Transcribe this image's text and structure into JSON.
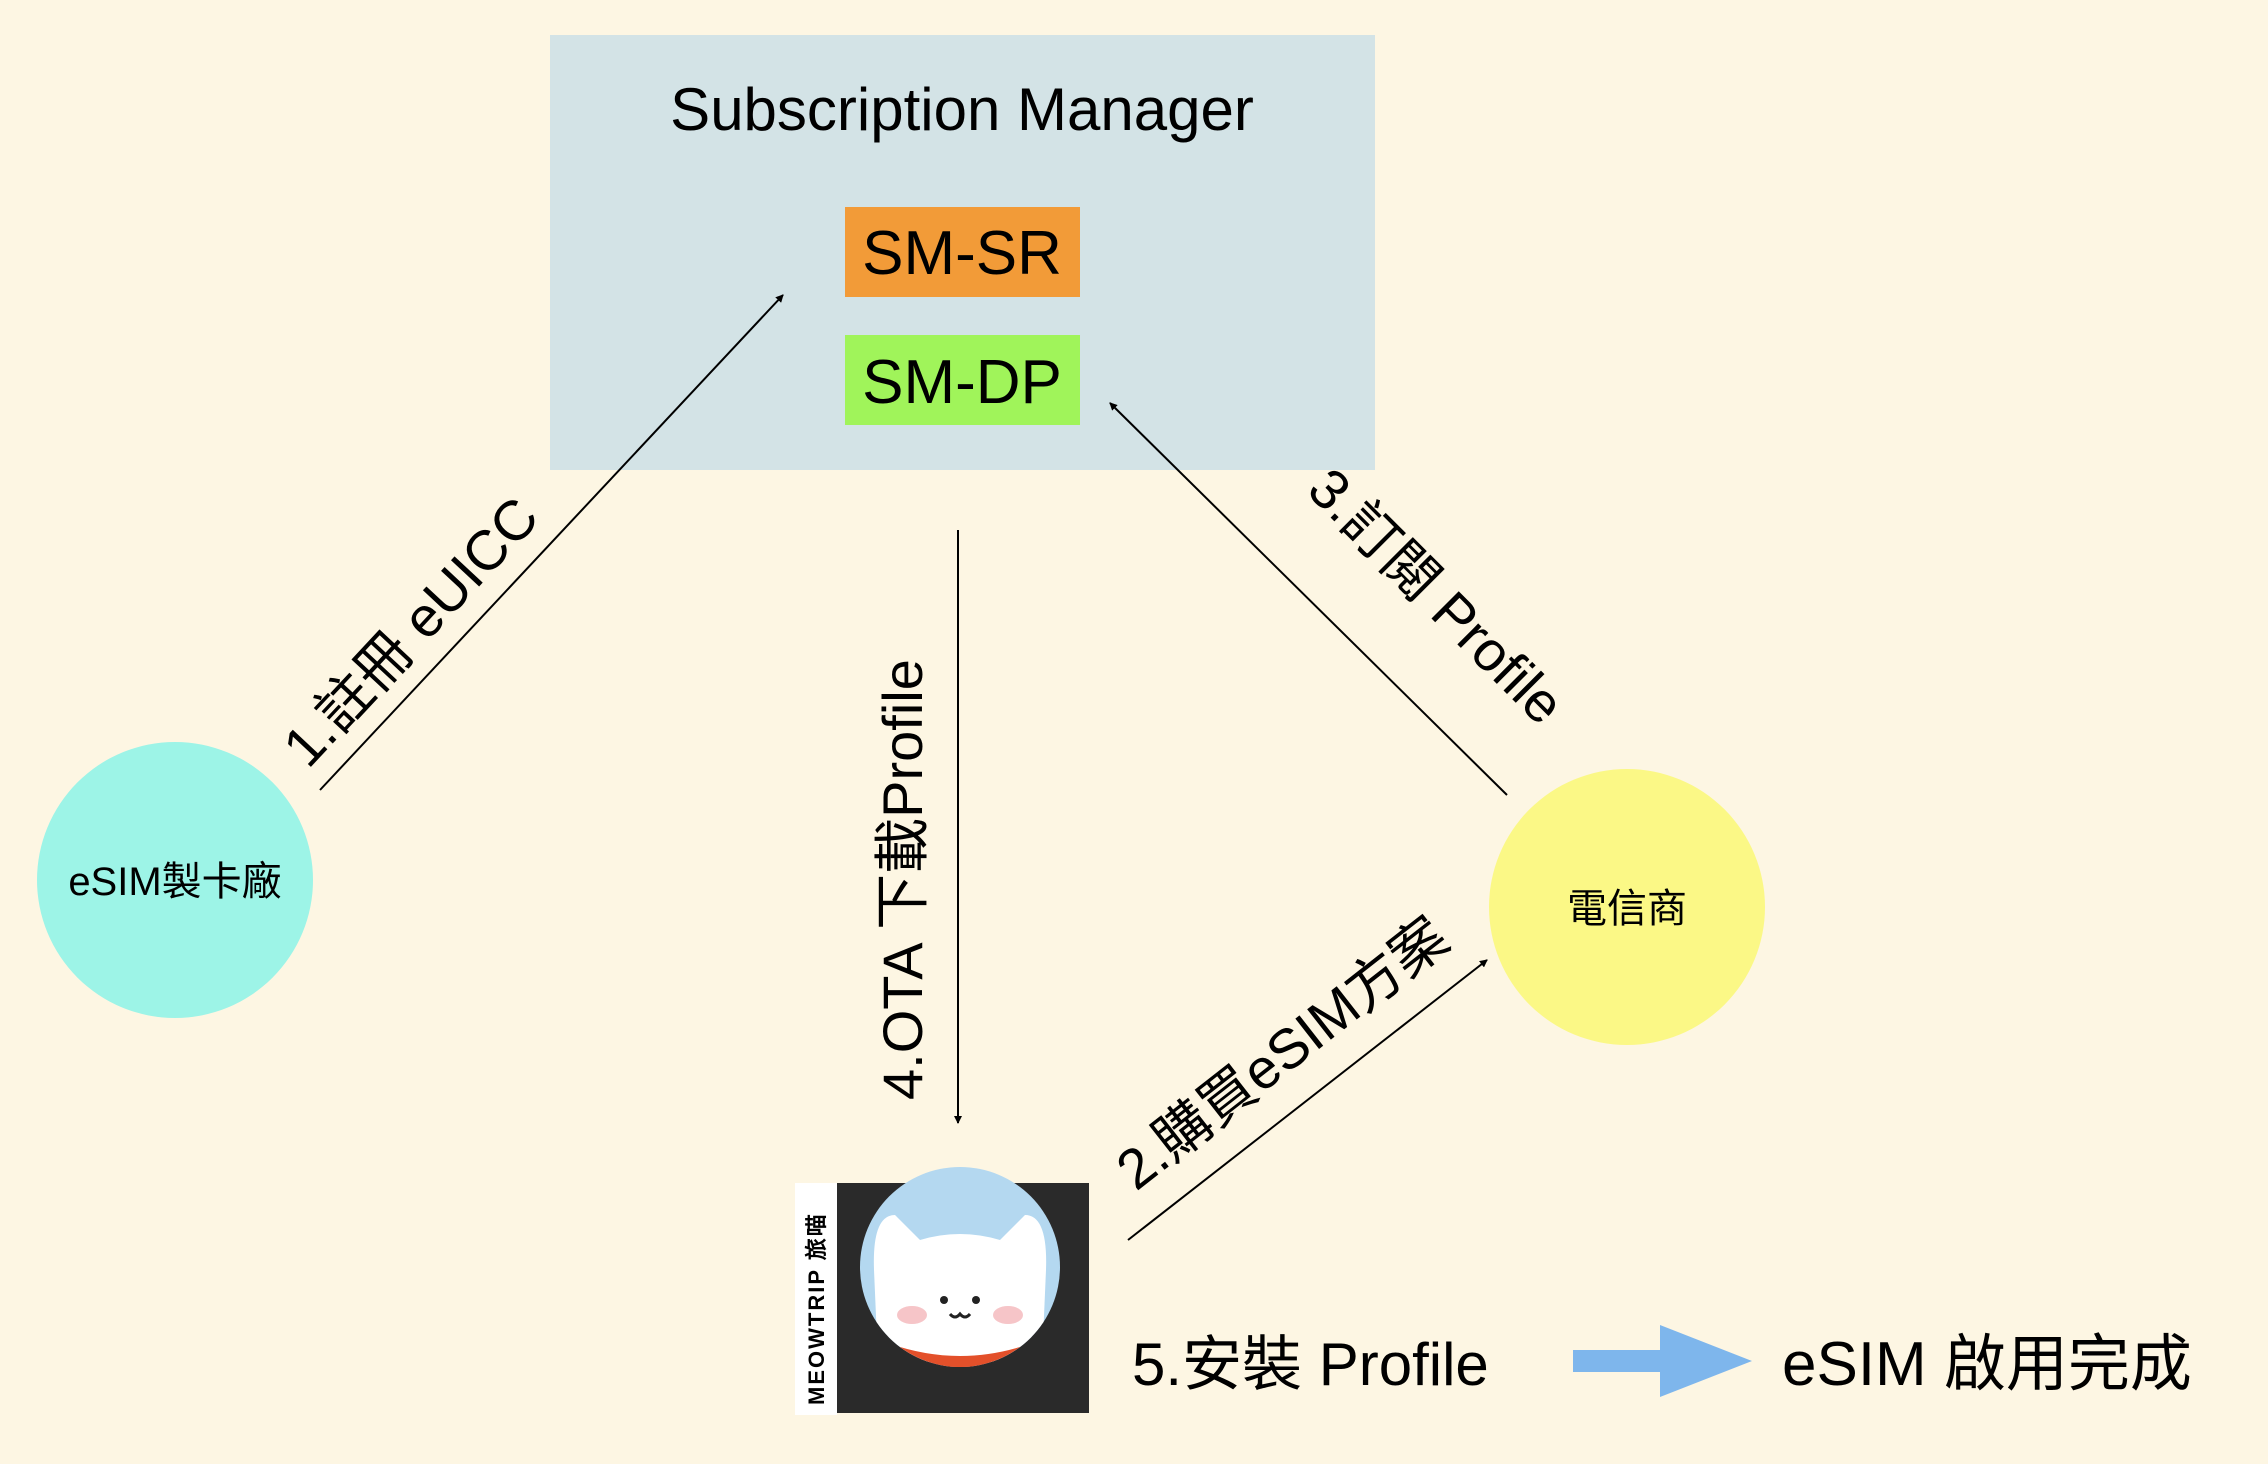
{
  "colors": {
    "background": "#fdf6e3",
    "sm_box": "#d3e3e6",
    "sm_sr": "#f29b38",
    "sm_dp": "#a0f45a",
    "manufacturer": "#9df4e7",
    "carrier": "#fbf886",
    "app_icon_bg": "#2a2a2a",
    "app_circle": "#b4d8f0",
    "scarf": "#e3502a",
    "flow_arrow": "#7eb6ec"
  },
  "subscription_manager": {
    "title": "Subscription Manager",
    "sm_sr": "SM-SR",
    "sm_dp": "SM-DP"
  },
  "nodes": {
    "manufacturer": "eSIM製卡廠",
    "carrier": "電信商",
    "app_brand": "MEOWTRIP 旅喵"
  },
  "steps": {
    "step1": "1.註冊 eUICC",
    "step2": "2.購買eSIM方案",
    "step3": "3.訂閱 Profile",
    "step4": "4.OTA 下載Profile",
    "step5": "5.安裝 Profile"
  },
  "result": "eSIM 啟用完成"
}
